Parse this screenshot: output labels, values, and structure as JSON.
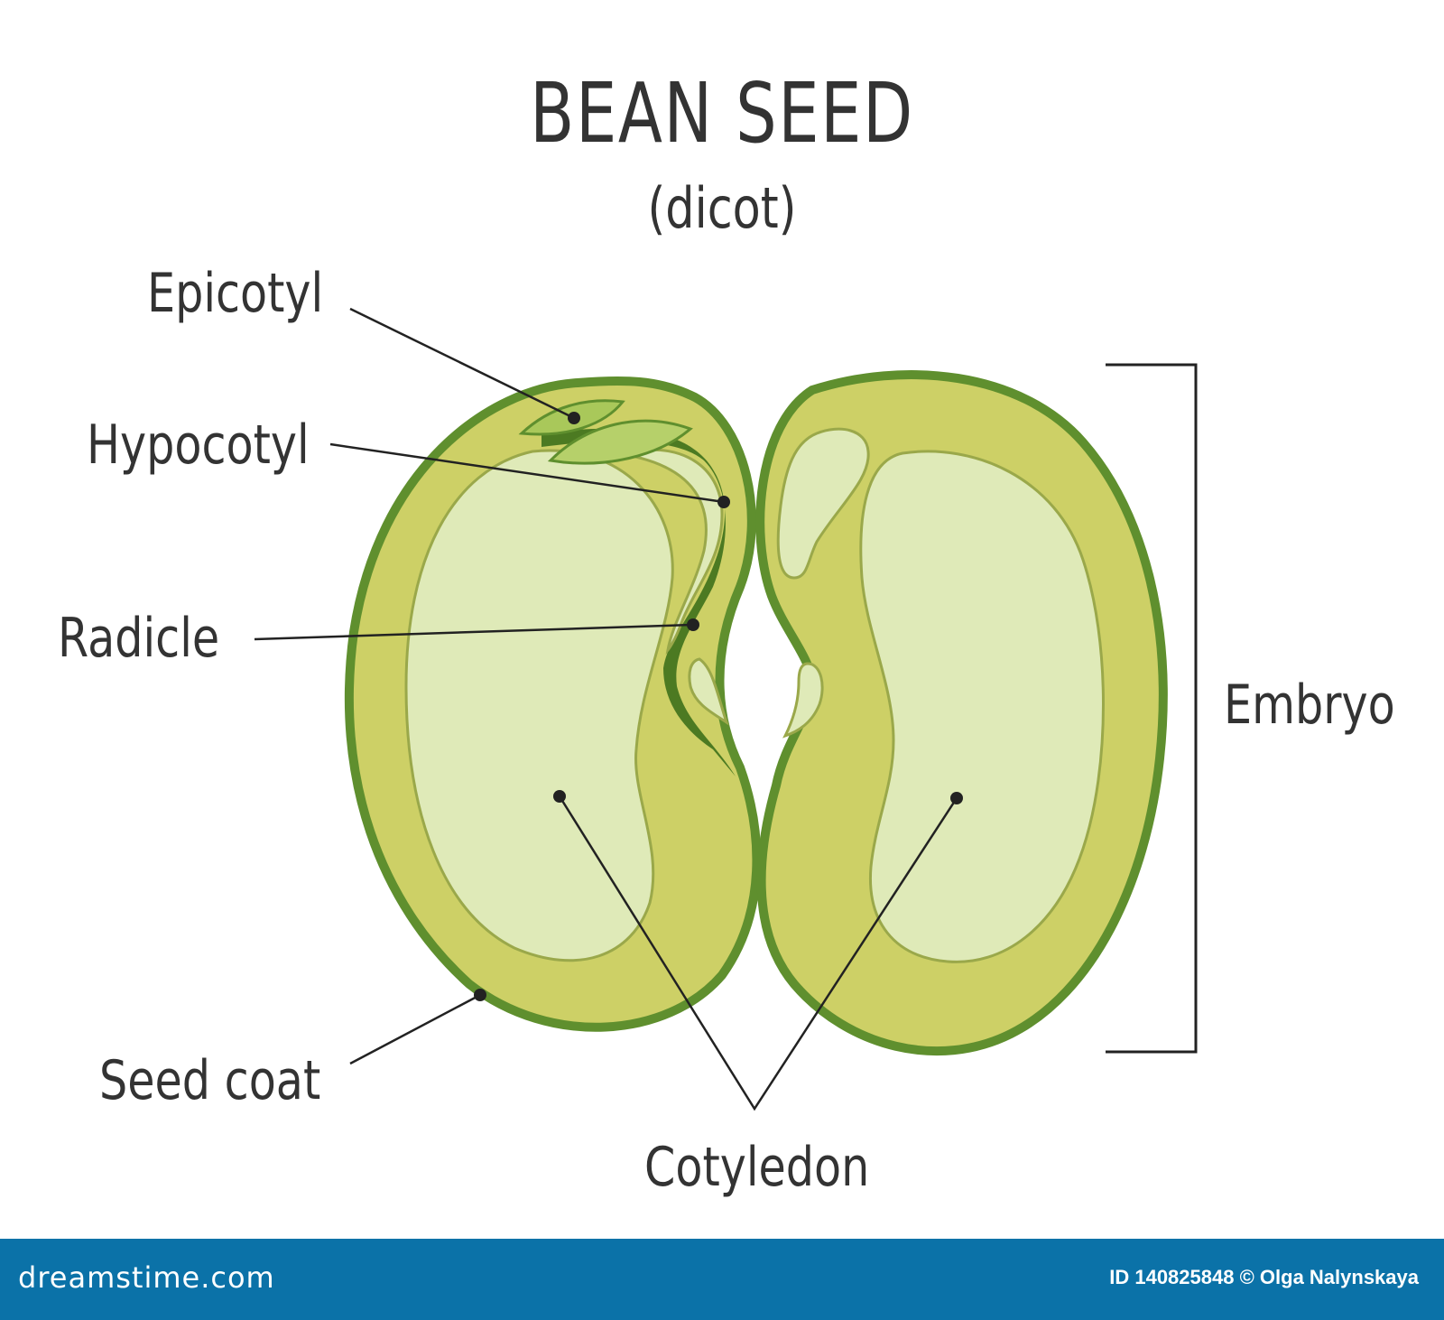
{
  "title": "BEAN SEED",
  "subtitle": "(dicot)",
  "labels": {
    "epicotyl": "Epicotyl",
    "hypocotyl": "Hypocotyl",
    "radicle": "Radicle",
    "seed_coat": "Seed coat",
    "cotyledon": "Cotyledon",
    "embryo": "Embryo"
  },
  "footer": {
    "brand": "dreamstime.com",
    "credit": "ID 140825848 © Olga Nalynskaya"
  },
  "colors": {
    "seed_coat": "#5f8f2e",
    "cotyledon_outer": "#cdd066",
    "cotyledon_inner": "#dfeab8",
    "embryo_axis": "#4c7a22",
    "text": "#333333",
    "footer": "#0b72a8"
  }
}
